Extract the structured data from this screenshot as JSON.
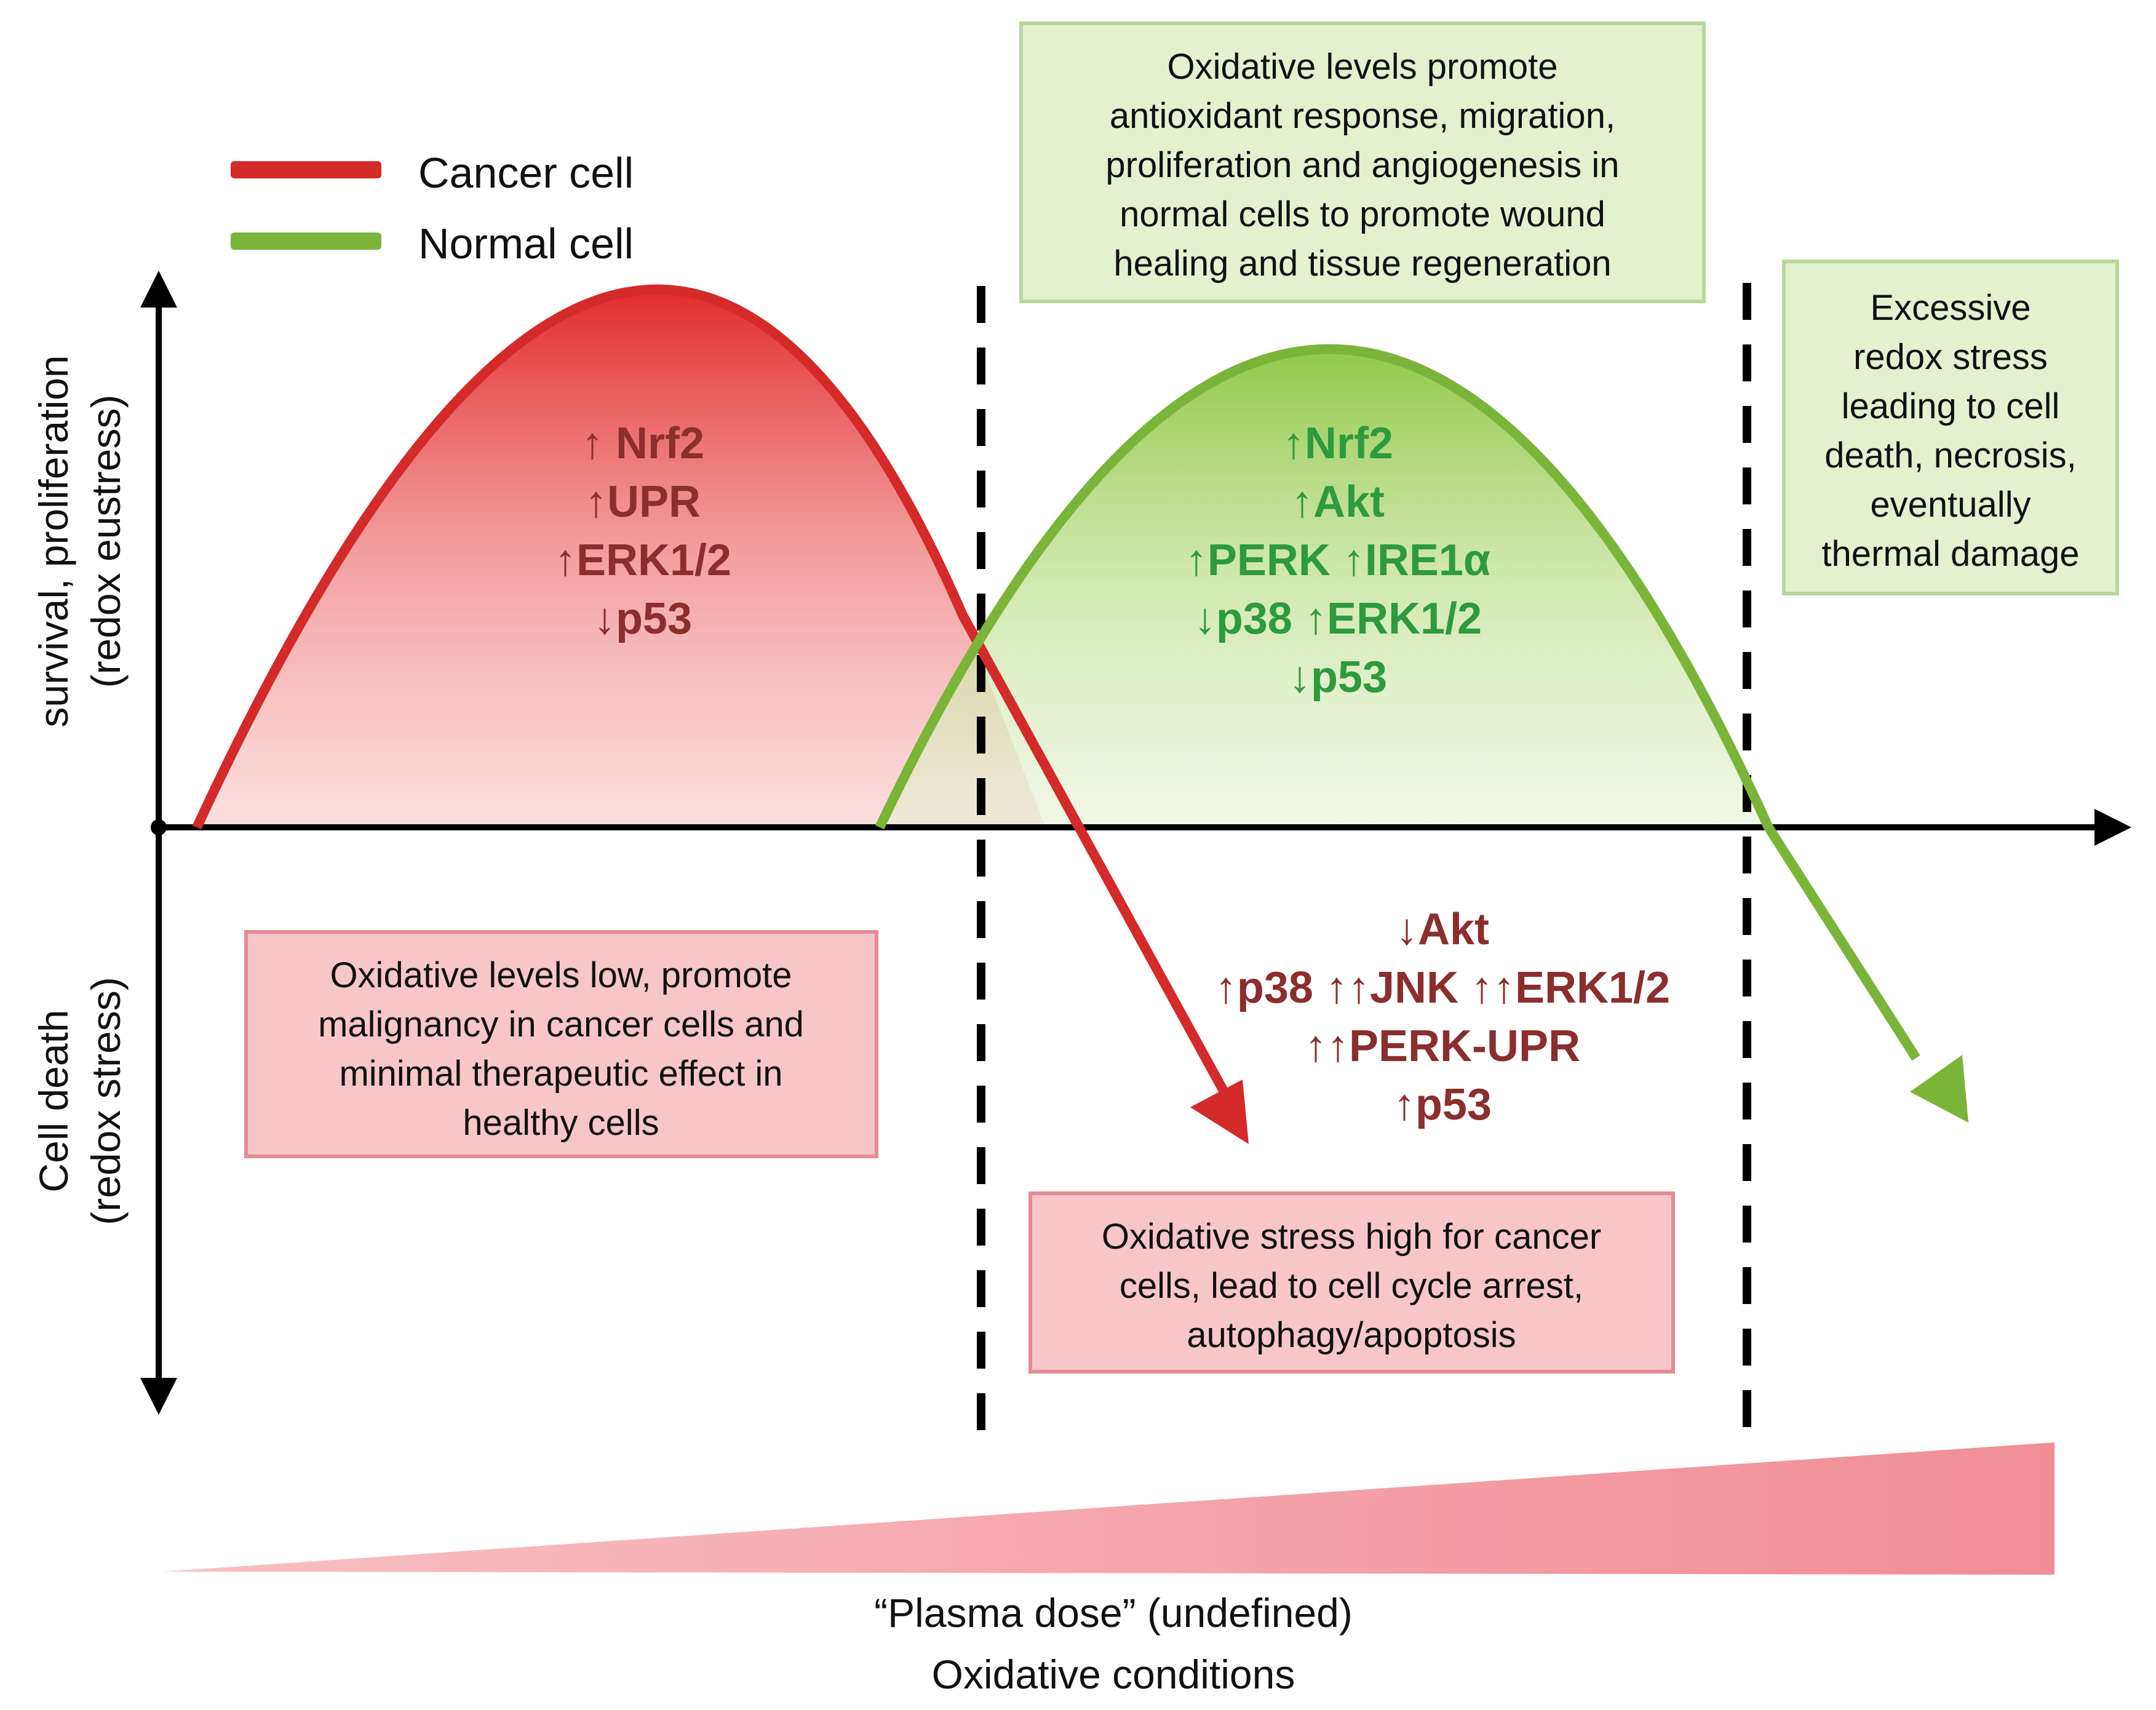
{
  "legend": {
    "cancer_label": "Cancer cell",
    "normal_label": "Normal cell"
  },
  "axes": {
    "y_upper_line1": "survival, proliferation",
    "y_upper_line2": "(redox eustress)",
    "y_lower_line1": "Cell death",
    "y_lower_line2": "(redox stress)",
    "x_line1": "“Plasma dose” (undefined)",
    "x_line2": "Oxidative conditions"
  },
  "cancer_markers_up": [
    "↑ Nrf2",
    "↑UPR",
    "↑ERK1/2",
    "↓p53"
  ],
  "normal_markers_up": [
    "↑Nrf2",
    "↑Akt",
    "↑PERK ↑IRE1α",
    "↓p38 ↑ERK1/2",
    "↓p53"
  ],
  "cancer_markers_down": [
    "↓Akt",
    "↑p38 ↑↑JNK ↑↑ERK1/2",
    "↑↑PERK-UPR",
    "↑p53"
  ],
  "boxes": {
    "green_top": [
      "Oxidative levels promote",
      "antioxidant response, migration,",
      "proliferation and angiogenesis in",
      "normal cells to promote wound",
      "healing and tissue regeneration"
    ],
    "green_right": [
      "Excessive",
      "redox stress",
      "leading to cell",
      "death, necrosis,",
      "eventually",
      "thermal damage"
    ],
    "pink_left": [
      "Oxidative levels low, promote",
      "malignancy in cancer cells and",
      "minimal therapeutic effect in",
      "healthy cells"
    ],
    "pink_bottom": [
      "Oxidative stress high for cancer",
      "cells, lead to cell cycle arrest,",
      "autophagy/apoptosis"
    ]
  },
  "colors": {
    "cancer": "#d42a2a",
    "normal": "#7ab53a",
    "cancer_text": "#8b2e2e",
    "normal_text": "#2e9a3e",
    "green_box_fill": "#e3f1cf",
    "pink_box_fill": "#f7c6c9",
    "dose_wedge": "#f4949a"
  }
}
